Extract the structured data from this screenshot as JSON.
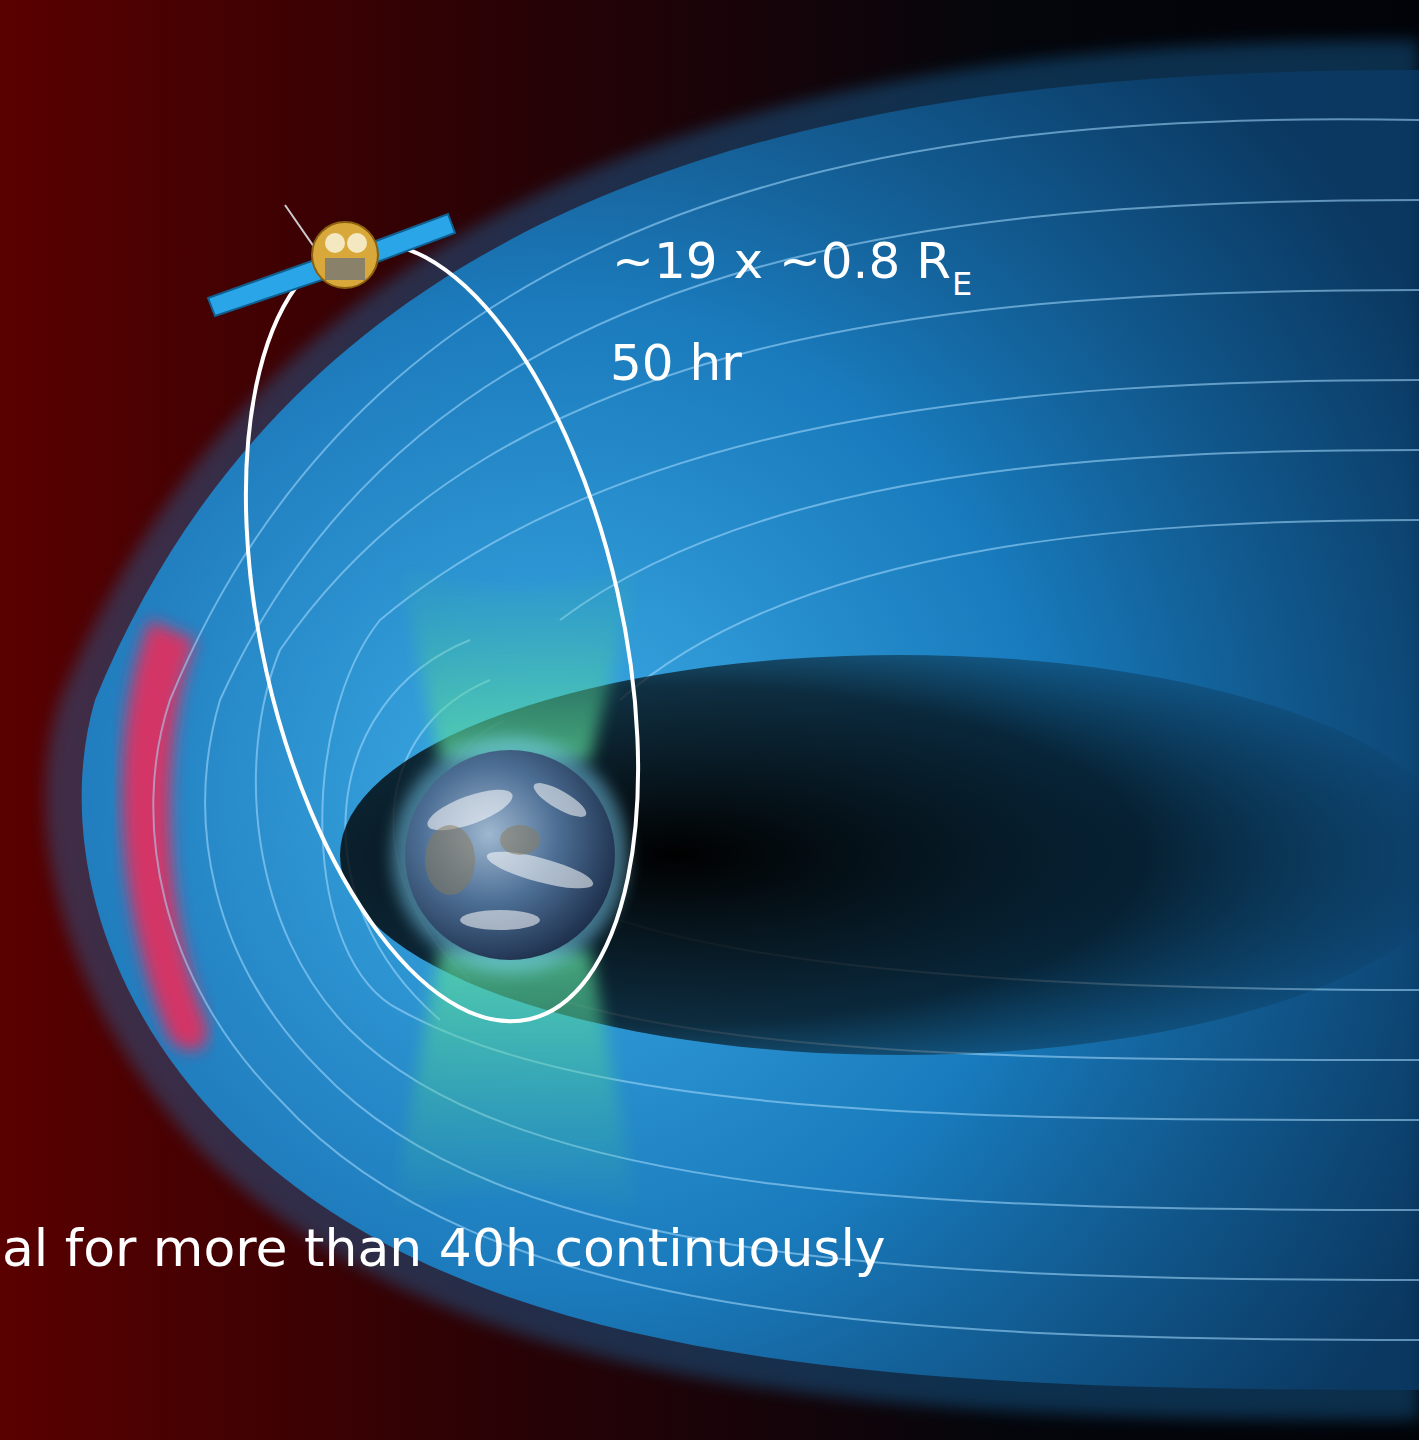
{
  "diagram": {
    "labels": [
      "~19 x ~0.8 R",
      "E",
      "50 hr",
      "al for more than 40h continuously"
    ]
  }
}
